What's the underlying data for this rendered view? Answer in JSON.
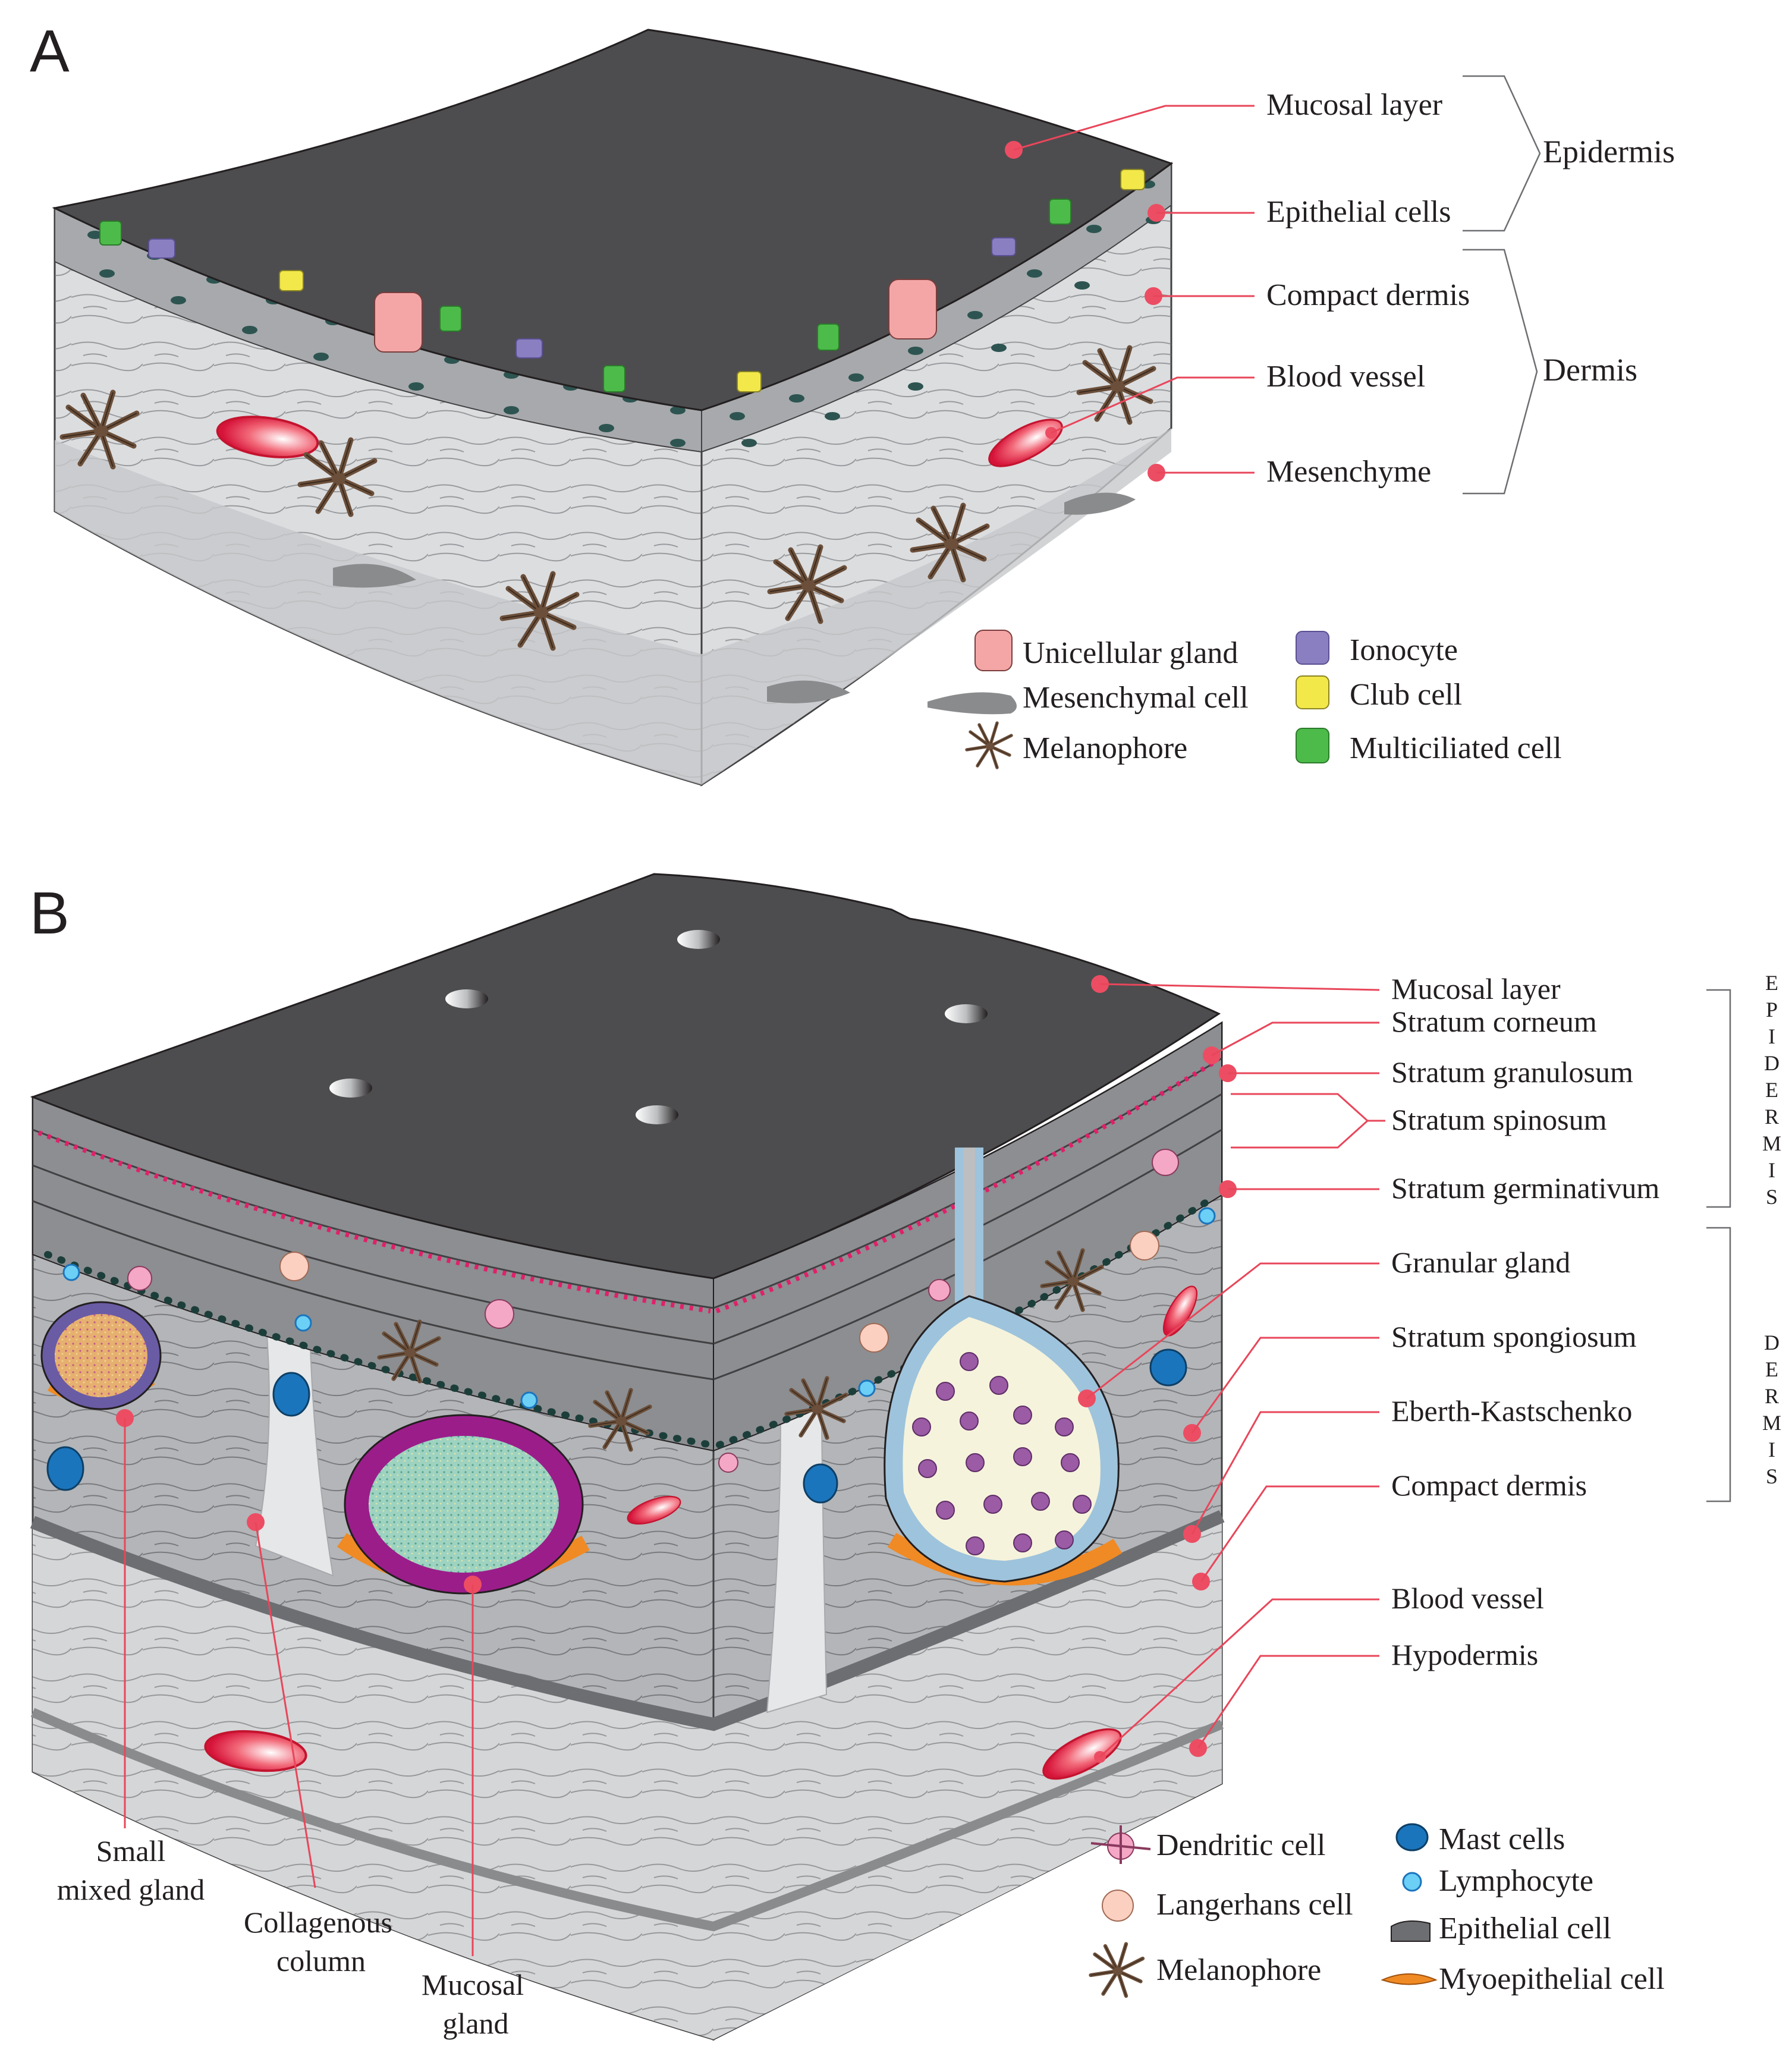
{
  "panel_a": {
    "letter": "A",
    "labels": {
      "mucosal_layer": "Mucosal layer",
      "epithelial_cells": "Epithelial cells",
      "compact_dermis": "Compact dermis",
      "blood_vessel": "Blood vessel",
      "mesenchyme": "Mesenchyme"
    },
    "brackets": {
      "epidermis": "Epidermis",
      "dermis": "Dermis"
    },
    "legend": {
      "unicellular_gland": "Unicellular gland",
      "mesenchymal_cell": "Mesenchymal cell",
      "melanophore": "Melanophore",
      "ionocyte": "Ionocyte",
      "club_cell": "Club cell",
      "multiciliated_cell": "Multiciliated cell"
    }
  },
  "panel_b": {
    "letter": "B",
    "labels": {
      "mucosal_layer": "Mucosal layer",
      "stratum_corneum": "Stratum corneum",
      "stratum_granulosum": "Stratum granulosum",
      "stratum_spinosum": "Stratum spinosum",
      "stratum_germinativum": "Stratum germinativum",
      "granular_gland": "Granular gland",
      "stratum_spongiosum": "Stratum spongiosum",
      "eberth_kastschenko": "Eberth-Kastschenko",
      "compact_dermis": "Compact dermis",
      "blood_vessel": "Blood vessel",
      "hypodermis": "Hypodermis"
    },
    "brackets": {
      "epidermis_letters": [
        "E",
        "P",
        "I",
        "D",
        "E",
        "R",
        "M",
        "I",
        "S"
      ],
      "dermis_letters": [
        "D",
        "E",
        "R",
        "M",
        "I",
        "S"
      ]
    },
    "bottom_labels": {
      "small_mixed_gland": [
        "Small",
        "mixed gland"
      ],
      "collagenous_column": [
        "Collagenous",
        "column"
      ],
      "mucosal_gland": [
        "Mucosal",
        "gland"
      ]
    },
    "legend": {
      "dendritic_cell": "Dendritic cell",
      "langerhans_cell": "Langerhans cell",
      "melanophore": "Melanophore",
      "mast_cells": "Mast cells",
      "lymphocyte": "Lymphocyte",
      "epithelial_cell": "Epithelial cell",
      "myoepithelial_cell": "Myoepithelial cell"
    }
  },
  "colors": {
    "mucus": "#4d4d4f",
    "epithelium": "#a7a9ac",
    "dermis_light": "#dcdddf",
    "dermis_dark": "#9d9fa2",
    "leader": "#e8465a",
    "blood": "#e0203a",
    "melanophore": "#6b4f3a",
    "ionocyte": "#8a7fc0",
    "club_cell": "#f2e84a",
    "multiciliated": "#4cbb4a",
    "unicellular_gland": "#f4a6a6",
    "mucosal_gland": "#9b1d8a",
    "granular_gland_fill": "#f6f3dc",
    "granule": "#9b5ba5",
    "myoepithelial": "#f08a24",
    "mast_cell": "#1b75bc",
    "lymphocyte": "#6ccff6",
    "dendritic": "#f5a7c6",
    "langerhans": "#fbd0c0"
  }
}
